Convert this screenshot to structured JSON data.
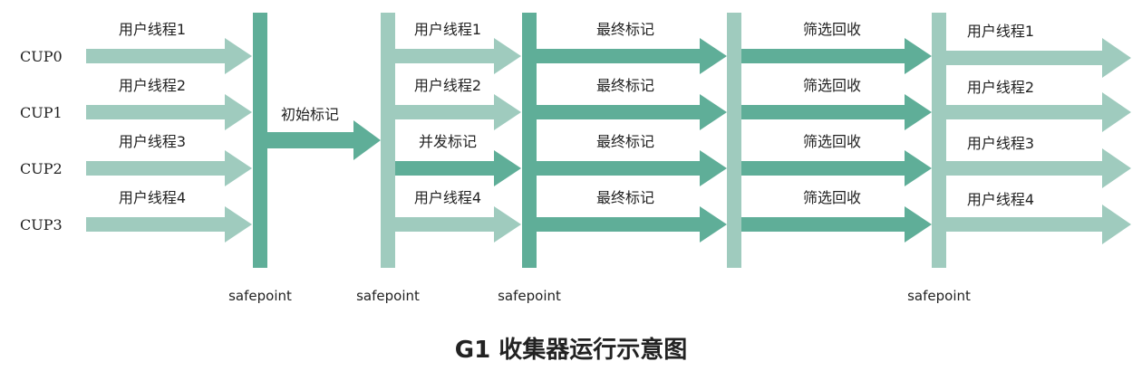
{
  "caption": "G1 收集器运行示意图",
  "colors": {
    "light": "#9fcbbe",
    "dark": "#5fae98",
    "text": "#222222"
  },
  "cpus": [
    "CUP0",
    "CUP1",
    "CUP2",
    "CUP3"
  ],
  "safepoint_label": "safepoint",
  "stages": {
    "s1": {
      "threads": [
        "用户线程1",
        "用户线程2",
        "用户线程3",
        "用户线程4"
      ]
    },
    "s2": {
      "label": "初始标记"
    },
    "s3": {
      "labels": [
        "用户线程1",
        "用户线程2",
        "并发标记",
        "用户线程4"
      ]
    },
    "s4": {
      "labels": [
        "最终标记",
        "最终标记",
        "最终标记",
        "最终标记"
      ]
    },
    "s5": {
      "labels": [
        "筛选回收",
        "筛选回收",
        "筛选回收",
        "筛选回收"
      ]
    },
    "s6": {
      "threads": [
        "用户线程1",
        "用户线程2",
        "用户线程3",
        "用户线程4"
      ]
    }
  }
}
